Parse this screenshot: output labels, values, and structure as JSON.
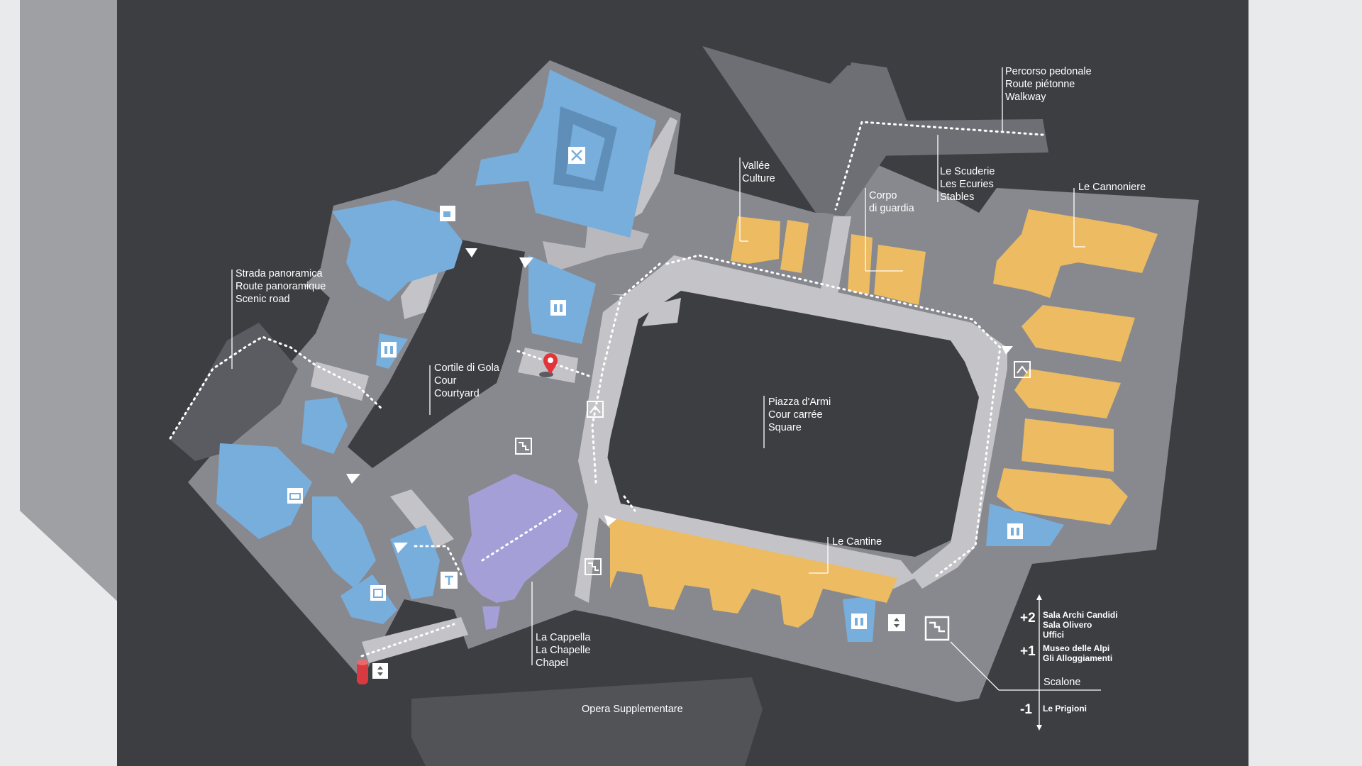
{
  "map": {
    "labels": {
      "walkway": [
        "Percorso pedonale",
        "Route piétonne",
        "Walkway"
      ],
      "vallee": [
        "Vallée",
        "Culture"
      ],
      "scuderie": [
        "Le Scuderie",
        "Les Ecuries",
        "Stables"
      ],
      "corpo": [
        "Corpo",
        "di guardia"
      ],
      "cannoniere": [
        "Le Cannoniere"
      ],
      "strada": [
        "Strada panoramica",
        "Route panoramique",
        "Scenic road"
      ],
      "cortile": [
        "Cortile di Gola",
        "Cour",
        "Courtyard"
      ],
      "piazza": [
        "Piazza d'Armi",
        "Cour carrée",
        "Square"
      ],
      "cantine": [
        "Le Cantine"
      ],
      "cappella": [
        "La Cappella",
        "La Chapelle",
        "Chapel"
      ],
      "opera": [
        "Opera Supplementare"
      ],
      "scalone": [
        "Scalone"
      ]
    },
    "levels": [
      {
        "level": "+2",
        "items": [
          "Sala Archi Candidi",
          "Sala Olivero",
          "Uffici"
        ]
      },
      {
        "level": "+1",
        "items": [
          "Museo delle Alpi",
          "Gli Alloggiamenti"
        ]
      },
      {
        "level": "-1",
        "items": [
          "Le Prigioni"
        ]
      }
    ],
    "icons": [
      "restaurant-icon",
      "cafe-icon",
      "restroom-icon",
      "elevator-icon",
      "stairs-icon",
      "coat-check-icon",
      "bookshop-icon",
      "ticket-icon",
      "you-are-here-marker",
      "info-desk-icon"
    ],
    "colors": {
      "board": "#3d3e42",
      "building": "#8a8b90",
      "path": "#c4c4c8",
      "blue_zone": "#78aedc",
      "yellow_zone": "#ecbb62",
      "lilac_zone": "#a59fd8",
      "marker": "#e0353a"
    }
  }
}
